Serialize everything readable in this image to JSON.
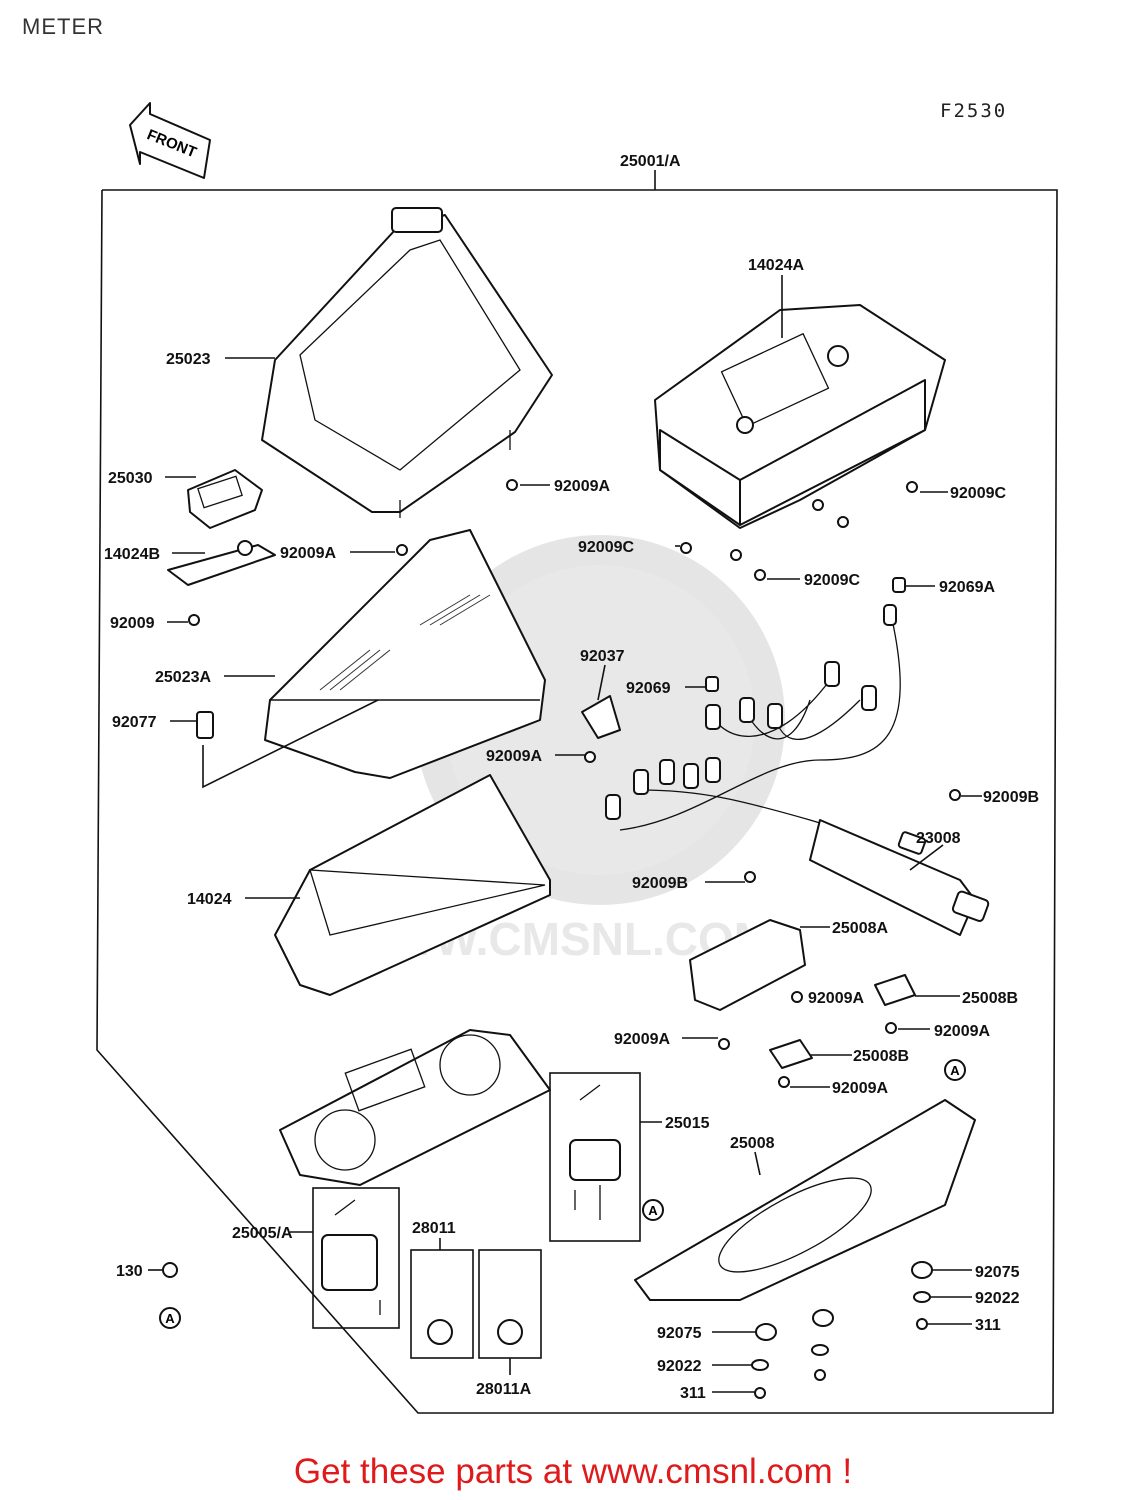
{
  "page_title": "METER",
  "figure_code": "F2530",
  "front_arrow_label": "FRONT",
  "watermark": "WWW.CMSNL.COM",
  "footer_text": "Get these parts at www.cmsnl.com !",
  "part_labels": {
    "p25001A": "25001/A",
    "p14024A": "14024A",
    "p25023": "25023",
    "p25030": "25030",
    "p92009A_1": "92009A",
    "p92009C_1": "92009C",
    "p14024B": "14024B",
    "p92009A_2": "92009A",
    "p92009C_2": "92009C",
    "p92009C_3": "92009C",
    "p92069A": "92069A",
    "p92009": "92009",
    "p92037": "92037",
    "p25023A": "25023A",
    "p92069": "92069",
    "p92077": "92077",
    "p92009A_3": "92009A",
    "p92009B_1": "92009B",
    "p23008": "23008",
    "p92009B_2": "92009B",
    "p14024": "14024",
    "p25008A": "25008A",
    "p92009A_4": "92009A",
    "p25008B_1": "25008B",
    "p92009A_5": "92009A",
    "p92009A_6": "92009A",
    "p25008B_2": "25008B",
    "p92009A_7": "92009A",
    "p25015": "25015",
    "p25008": "25008",
    "p25005A": "25005/A",
    "p28011": "28011",
    "p130": "130",
    "p92075_1": "92075",
    "p92022_1": "92022",
    "p311_1": "311",
    "p92075_2": "92075",
    "p92022_2": "92022",
    "p311_2": "311",
    "p28011A": "28011A"
  },
  "ref_marker": "A"
}
